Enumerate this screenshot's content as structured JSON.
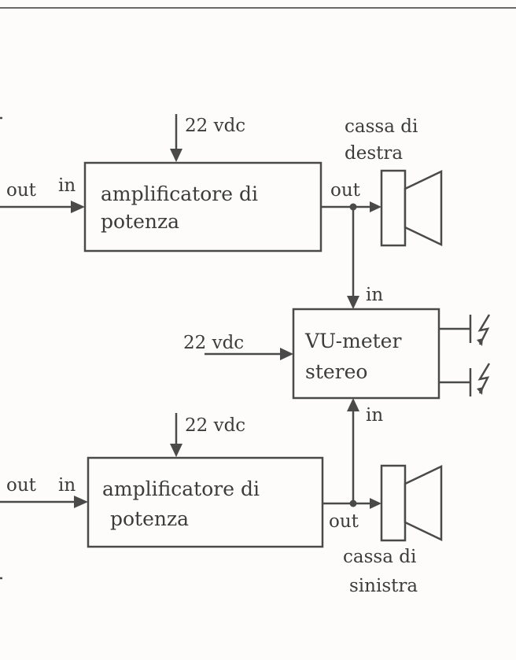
{
  "top_amp": {
    "supply": "22 vdc",
    "in_left": "out",
    "in_right": "in",
    "line1": "amplificatore di",
    "line2": "potenza",
    "out": "out"
  },
  "top_speaker": {
    "line1": "cassa di",
    "line2": "destra"
  },
  "vu": {
    "supply": "22 vdc",
    "line1": "VU-meter",
    "line2": "stereo",
    "in_top": "in",
    "in_bottom": "in"
  },
  "bottom_amp": {
    "supply": "22 vdc",
    "in_left": "out",
    "in_right": "in",
    "line1": "amplificatore di",
    "line2": "potenza",
    "out": "out"
  },
  "bottom_speaker": {
    "line1": "cassa di",
    "line2": "sinistra"
  },
  "icons": [
    "speaker-icon",
    "lamp-bolt-icon"
  ]
}
